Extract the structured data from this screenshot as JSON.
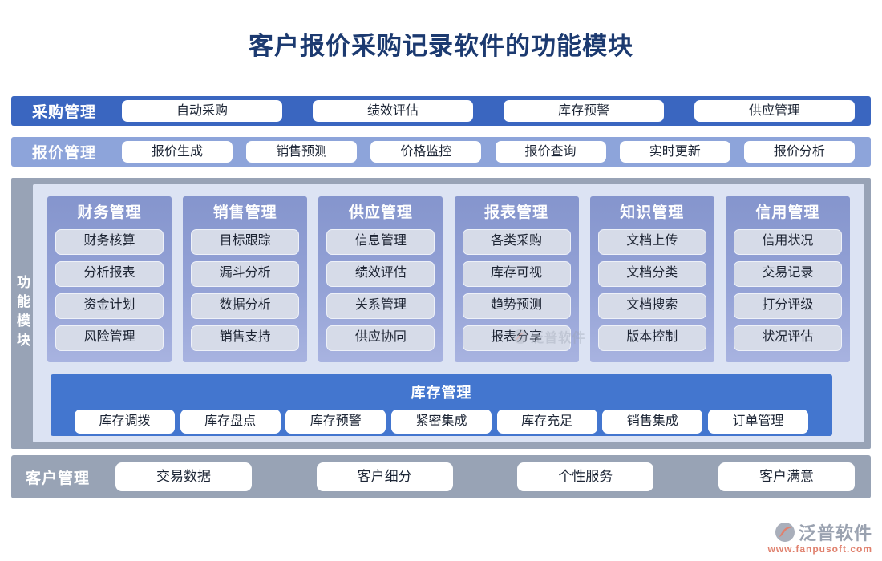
{
  "title": "客户报价采购记录软件的功能模块",
  "rows": {
    "procurement": {
      "label": "采购管理",
      "buttons": [
        "自动采购",
        "绩效评估",
        "库存预警",
        "供应管理"
      ]
    },
    "quotation": {
      "label": "报价管理",
      "buttons": [
        "报价生成",
        "销售预测",
        "价格监控",
        "报价查询",
        "实时更新",
        "报价分析"
      ]
    }
  },
  "function_modules": {
    "side_label": "功能模块",
    "columns": [
      {
        "header": "财务管理",
        "items": [
          "财务核算",
          "分析报表",
          "资金计划",
          "风险管理"
        ]
      },
      {
        "header": "销售管理",
        "items": [
          "目标跟踪",
          "漏斗分析",
          "数据分析",
          "销售支持"
        ]
      },
      {
        "header": "供应管理",
        "items": [
          "信息管理",
          "绩效评估",
          "关系管理",
          "供应协同"
        ]
      },
      {
        "header": "报表管理",
        "items": [
          "各类采购",
          "库存可视",
          "趋势预测",
          "报表分享"
        ]
      },
      {
        "header": "知识管理",
        "items": [
          "文档上传",
          "文档分类",
          "文档搜索",
          "版本控制"
        ]
      },
      {
        "header": "信用管理",
        "items": [
          "信用状况",
          "交易记录",
          "打分评级",
          "状况评估"
        ]
      }
    ],
    "inventory": {
      "label": "库存管理",
      "buttons": [
        "库存调拨",
        "库存盘点",
        "库存预警",
        "紧密集成",
        "库存充足",
        "销售集成",
        "订单管理"
      ]
    }
  },
  "customer": {
    "label": "客户管理",
    "buttons": [
      "交易数据",
      "客户细分",
      "个性服务",
      "客户满意"
    ]
  },
  "footer": {
    "brand": "泛普软件",
    "url": "www.fanpusoft.com"
  },
  "colors": {
    "title_text": "#1c3a70",
    "procurement_bar": "#3a66c0",
    "quotation_bar": "#8da4da",
    "frame_gray": "#98a3b6",
    "panel_lavender": "#dce3f3",
    "column_gradient_top": "#8595cd",
    "column_gradient_bottom": "#a8b3e0",
    "chip_bg": "#d6dbe8",
    "inventory_bar": "#4376cf",
    "customer_bar": "#98a3b5",
    "button_bg": "#ffffff",
    "button_text": "#1d2636",
    "brand_gray": "#9aa2b0",
    "brand_salmon": "#e0806d"
  }
}
